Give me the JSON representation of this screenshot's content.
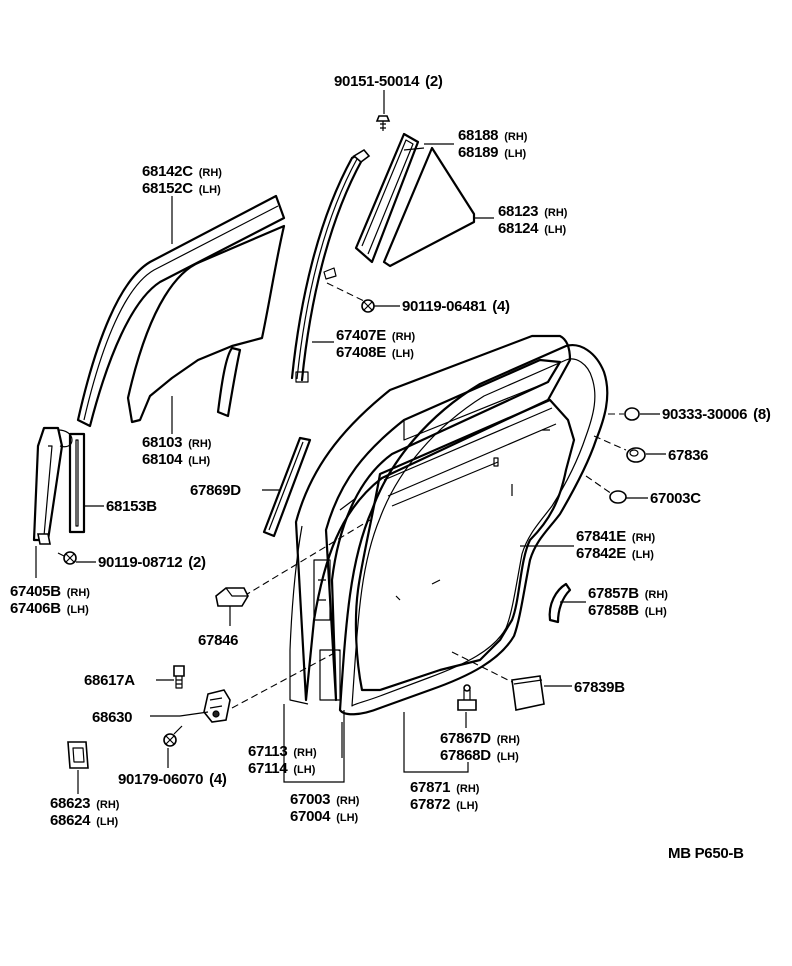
{
  "diagram": {
    "reference": "MB  P650-B",
    "callouts": [
      {
        "id": "c-90151",
        "lines": [
          {
            "num": "90151-50014",
            "suffix": "(2)"
          }
        ]
      },
      {
        "id": "c-68188",
        "lines": [
          {
            "num": "68188",
            "suffix": "(RH)"
          },
          {
            "num": "68189",
            "suffix": "(LH)"
          }
        ]
      },
      {
        "id": "c-68142",
        "lines": [
          {
            "num": "68142C",
            "suffix": "(RH)"
          },
          {
            "num": "68152C",
            "suffix": "(LH)"
          }
        ]
      },
      {
        "id": "c-68123",
        "lines": [
          {
            "num": "68123",
            "suffix": "(RH)"
          },
          {
            "num": "68124",
            "suffix": "(LH)"
          }
        ]
      },
      {
        "id": "c-90119-06481",
        "lines": [
          {
            "num": "90119-06481",
            "suffix": "(4)"
          }
        ]
      },
      {
        "id": "c-67407",
        "lines": [
          {
            "num": "67407E",
            "suffix": "(RH)"
          },
          {
            "num": "67408E",
            "suffix": "(LH)"
          }
        ]
      },
      {
        "id": "c-90333",
        "lines": [
          {
            "num": "90333-30006",
            "suffix": "(8)"
          }
        ]
      },
      {
        "id": "c-68103",
        "lines": [
          {
            "num": "68103",
            "suffix": "(RH)"
          },
          {
            "num": "68104",
            "suffix": "(LH)"
          }
        ]
      },
      {
        "id": "c-67836",
        "lines": [
          {
            "num": "67836",
            "suffix": ""
          }
        ]
      },
      {
        "id": "c-67869",
        "lines": [
          {
            "num": "67869D",
            "suffix": ""
          }
        ]
      },
      {
        "id": "c-67003C",
        "lines": [
          {
            "num": "67003C",
            "suffix": ""
          }
        ]
      },
      {
        "id": "c-68153",
        "lines": [
          {
            "num": "68153B",
            "suffix": ""
          }
        ]
      },
      {
        "id": "c-67841",
        "lines": [
          {
            "num": "67841E",
            "suffix": "(RH)"
          },
          {
            "num": "67842E",
            "suffix": "(LH)"
          }
        ]
      },
      {
        "id": "c-90119-08712",
        "lines": [
          {
            "num": "90119-08712",
            "suffix": "(2)"
          }
        ]
      },
      {
        "id": "c-67405",
        "lines": [
          {
            "num": "67405B",
            "suffix": "(RH)"
          },
          {
            "num": "67406B",
            "suffix": "(LH)"
          }
        ]
      },
      {
        "id": "c-67857",
        "lines": [
          {
            "num": "67857B",
            "suffix": "(RH)"
          },
          {
            "num": "67858B",
            "suffix": "(LH)"
          }
        ]
      },
      {
        "id": "c-67846",
        "lines": [
          {
            "num": "67846",
            "suffix": ""
          }
        ]
      },
      {
        "id": "c-68617",
        "lines": [
          {
            "num": "68617A",
            "suffix": ""
          }
        ]
      },
      {
        "id": "c-67839",
        "lines": [
          {
            "num": "67839B",
            "suffix": ""
          }
        ]
      },
      {
        "id": "c-68630",
        "lines": [
          {
            "num": "68630",
            "suffix": ""
          }
        ]
      },
      {
        "id": "c-67867",
        "lines": [
          {
            "num": "67867D",
            "suffix": "(RH)"
          },
          {
            "num": "67868D",
            "suffix": "(LH)"
          }
        ]
      },
      {
        "id": "c-67113",
        "lines": [
          {
            "num": "67113",
            "suffix": "(RH)"
          },
          {
            "num": "67114",
            "suffix": "(LH)"
          }
        ]
      },
      {
        "id": "c-90179",
        "lines": [
          {
            "num": "90179-06070",
            "suffix": "(4)"
          }
        ]
      },
      {
        "id": "c-67003",
        "lines": [
          {
            "num": "67003",
            "suffix": "(RH)"
          },
          {
            "num": "67004",
            "suffix": "(LH)"
          }
        ]
      },
      {
        "id": "c-67871",
        "lines": [
          {
            "num": "67871",
            "suffix": "(RH)"
          },
          {
            "num": "67872",
            "suffix": "(LH)"
          }
        ]
      },
      {
        "id": "c-68623",
        "lines": [
          {
            "num": "68623",
            "suffix": "(RH)"
          },
          {
            "num": "68624",
            "suffix": "(LH)"
          }
        ]
      }
    ]
  }
}
